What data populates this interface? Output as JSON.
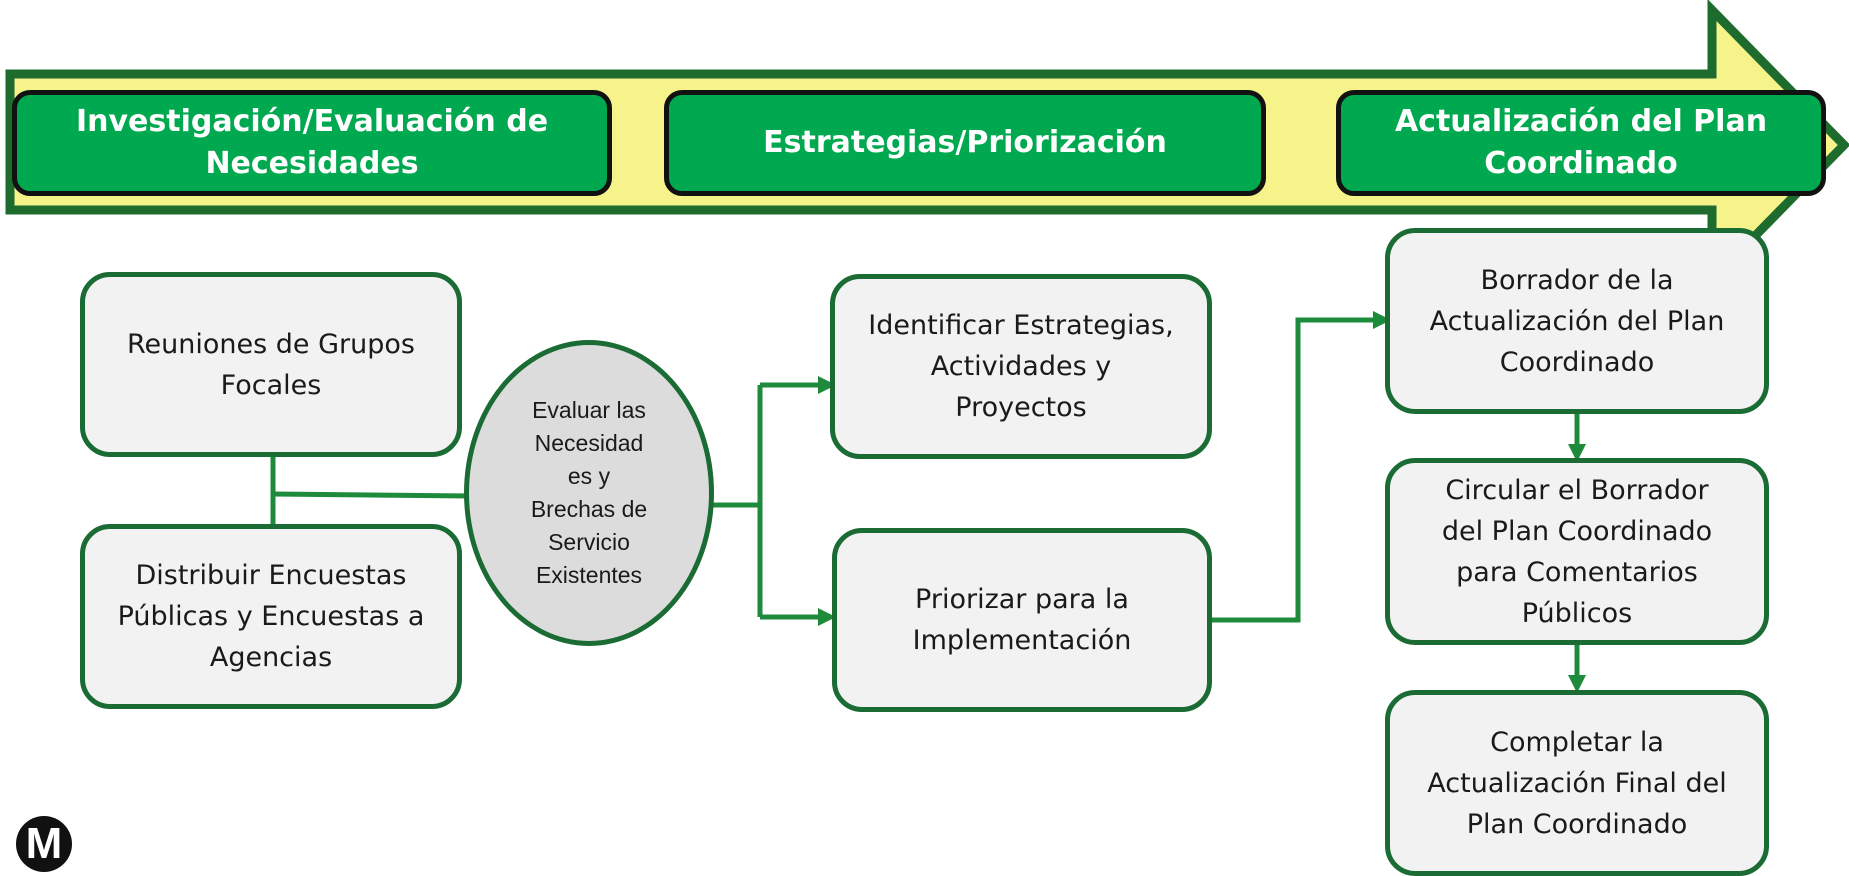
{
  "colors": {
    "arrow_fill": "#f6f38a",
    "arrow_border": "#1e6b2e",
    "phase_fill": "#00a84f",
    "connector": "#1e8a3c",
    "box_fill": "#f2f2f2",
    "box_border": "#1a6b34",
    "oval_fill": "#dcdcdc"
  },
  "phases": [
    {
      "lines": [
        "Investigación/Evaluación de",
        "Necesidades"
      ]
    },
    {
      "lines": [
        "Estrategias/Priorización"
      ]
    },
    {
      "lines": [
        "Actualización del Plan",
        "Coordinado"
      ]
    }
  ],
  "nodes": {
    "focus_groups": {
      "lines": [
        "Reuniones de Grupos",
        "Focales"
      ]
    },
    "surveys": {
      "lines": [
        "Distribuir Encuestas",
        "Públicas y Encuestas a",
        "Agencias"
      ]
    },
    "evaluate": {
      "lines": [
        "Evaluar las",
        "Necesidad",
        "es y",
        "Brechas de",
        "Servicio",
        "Existentes"
      ]
    },
    "identify": {
      "lines": [
        "Identificar Estrategias,",
        "Actividades y",
        "Proyectos"
      ]
    },
    "prioritize": {
      "lines": [
        "Priorizar para la",
        "Implementación"
      ]
    },
    "draft": {
      "lines": [
        "Borrador de la",
        "Actualización del Plan",
        "Coordinado"
      ]
    },
    "circulate": {
      "lines": [
        "Circular el Borrador",
        "del Plan Coordinado",
        "para Comentarios",
        "Públicos"
      ]
    },
    "complete": {
      "lines": [
        "Completar la",
        "Actualización Final del",
        "Plan Coordinado"
      ]
    }
  },
  "logo": {
    "text": "M",
    "icon": "metro-logo-icon"
  }
}
